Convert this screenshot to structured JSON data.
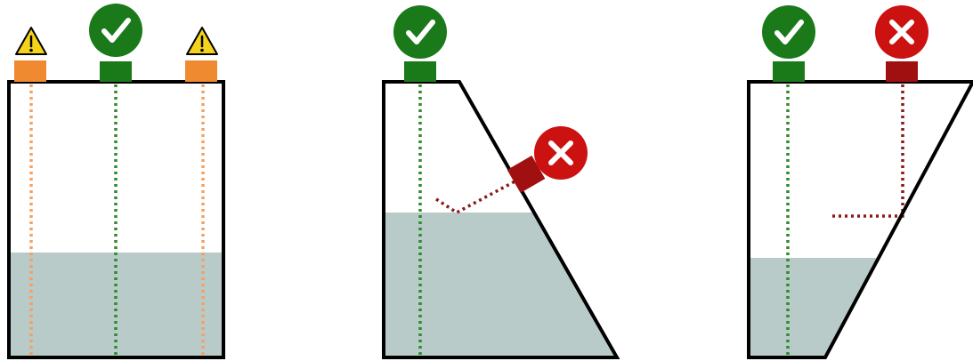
{
  "colors": {
    "liquid": "#b8cbc8",
    "outline": "#000000",
    "ok": "#1a7a1a",
    "ok_beam": "#2e8b2e",
    "warn": "#f08a30",
    "warn_beam": "#f5a060",
    "warn_triangle": "#f4d31a",
    "bad": "#cc1111",
    "bad_sensor": "#a01010",
    "bad_beam": "#8b1a1a",
    "symbol": "#ffffff"
  },
  "icons": {
    "ok": "checkmark-icon",
    "warn": "warning-triangle-icon",
    "bad": "x-mark-icon"
  },
  "panels": [
    {
      "name": "rectangular-tank",
      "sensors": [
        {
          "status": "warn",
          "beam": "vertical"
        },
        {
          "status": "ok",
          "beam": "vertical"
        },
        {
          "status": "warn",
          "beam": "vertical"
        }
      ]
    },
    {
      "name": "sloped-wall-tank",
      "sensors": [
        {
          "status": "ok",
          "beam": "vertical"
        },
        {
          "status": "bad",
          "beam": "deflected",
          "mount": "sloped wall"
        }
      ]
    },
    {
      "name": "trapezoid-tank",
      "sensors": [
        {
          "status": "ok",
          "beam": "vertical"
        },
        {
          "status": "bad",
          "beam": "reflected-to-left"
        }
      ]
    }
  ]
}
